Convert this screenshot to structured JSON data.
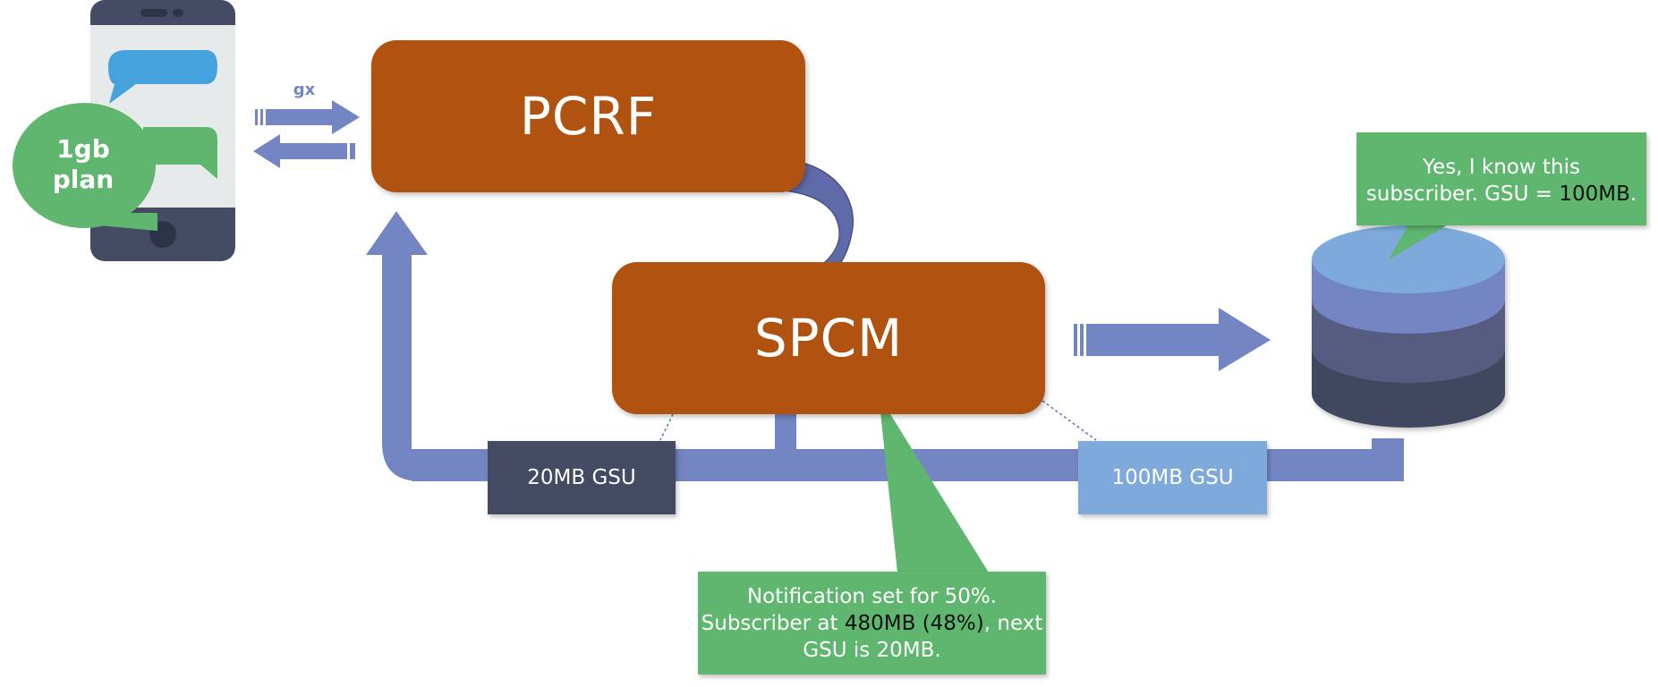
{
  "diagram": {
    "interface_label": "gx",
    "plan_bubble": {
      "line1": "1gb",
      "line2": "plan"
    },
    "nodes": {
      "pcrf": "PCRF",
      "spcm": "SPCM"
    },
    "gsu_tags": {
      "left": "20MB GSU",
      "right": "100MB GSU"
    },
    "db_callout": {
      "line1": "Yes, I know this",
      "line2_prefix": "subscriber. GSU = ",
      "line2_value": "100MB",
      "line2_suffix": "."
    },
    "spcm_callout": {
      "line1": "Notification set for 50%.",
      "line2_prefix": "Subscriber at ",
      "line2_value": "480MB (48%)",
      "line2_suffix": ", next",
      "line3": "GSU is 20MB."
    }
  },
  "colors": {
    "node_fill": "#b05210",
    "arrow_blue": "#7385c3",
    "callout_green": "#5fb66e",
    "tag_dark": "#444b63",
    "tag_light": "#7eaadb",
    "db_top": "#7eaadb",
    "db_mid": "#7385c3",
    "db_lower": "#545c80",
    "db_bottom": "#3f465e",
    "phone_body": "#444b63",
    "phone_screen": "#e6eaea",
    "chat_blue": "#46a2dd",
    "chat_green": "#5fb66e"
  }
}
